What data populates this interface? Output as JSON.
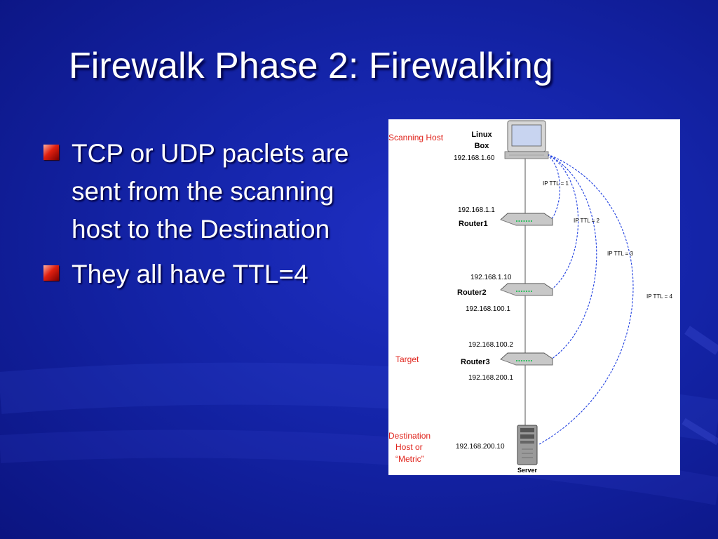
{
  "slide": {
    "title": "Firewalk Phase 2: Firewalking",
    "bullets": [
      "TCP or UDP paclets are sent from the scanning host to the Destination",
      "They all have TTL=4"
    ]
  },
  "diagram": {
    "role_labels": {
      "scanning_host": "Scanning Host",
      "target": "Target",
      "destination": [
        "Destination",
        "Host or",
        "“Metric”"
      ]
    },
    "nodes": {
      "linux_box": {
        "name": [
          "Linux",
          "Box"
        ],
        "ip": "192.168.1.60"
      },
      "router1": {
        "name": "Router1",
        "ip_top": "192.168.1.1"
      },
      "router2": {
        "name": "Router2",
        "ip_top": "192.168.1.10",
        "ip_bottom": "192.168.100.1"
      },
      "router3": {
        "name": "Router3",
        "ip_top": "192.168.100.2",
        "ip_bottom": "192.168.200.1"
      },
      "server": {
        "name": "Server",
        "ip": "192.168.200.10"
      }
    },
    "ttl_labels": [
      "IP TTL = 1",
      "IP TTL = 2",
      "IP TTL = 3",
      "IP TTL = 4"
    ],
    "colors": {
      "role_label": "#e0241c",
      "probe_line": "#2040e0",
      "background": "#1424a8"
    }
  }
}
